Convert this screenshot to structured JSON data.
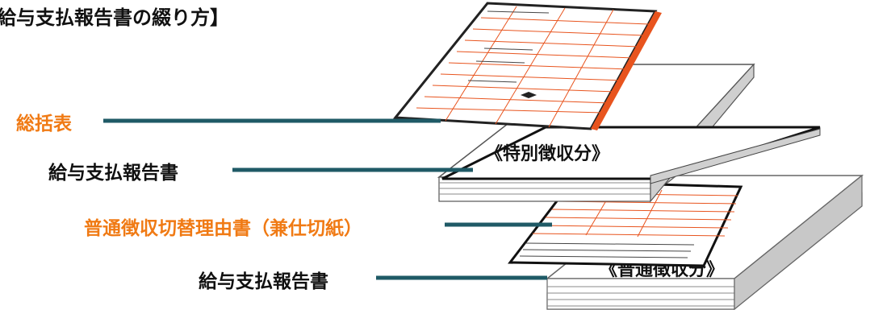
{
  "title": "給与支払報告書の綴り方】",
  "labels": {
    "summary": "総括表",
    "special_report": "給与支払報告書",
    "reason_doc": "普通徴収切替理由書（兼仕切紙）",
    "ordinary_report": "給与支払報告書"
  },
  "stacks": {
    "special": "《特別徴収分》",
    "ordinary": "《普通徴収分》"
  },
  "colors": {
    "accent_orange": "#f07a14",
    "leader_teal": "#1f5a66",
    "form_red": "#e8541e"
  }
}
